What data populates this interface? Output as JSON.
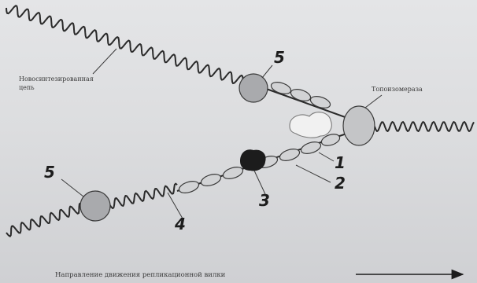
{
  "labels": {
    "new_strand_line1": "Новосинтезированная",
    "new_strand_line2": "цепь",
    "topoisomerase": "Топоизомераза",
    "direction": "Направление движения репликационной вилки"
  },
  "numbers": {
    "n5_top": "5",
    "n5_left": "5",
    "n1": "1",
    "n2": "2",
    "n3": "3",
    "n4": "4"
  },
  "colors": {
    "strand": "#2a2a2a",
    "ssb_protein": "#d2d3d5",
    "primase": "#a9aaad",
    "topoisomerase": "#c4c5c7",
    "helicase": "#f1f1f1",
    "polymerase": "#1c1c1c"
  }
}
